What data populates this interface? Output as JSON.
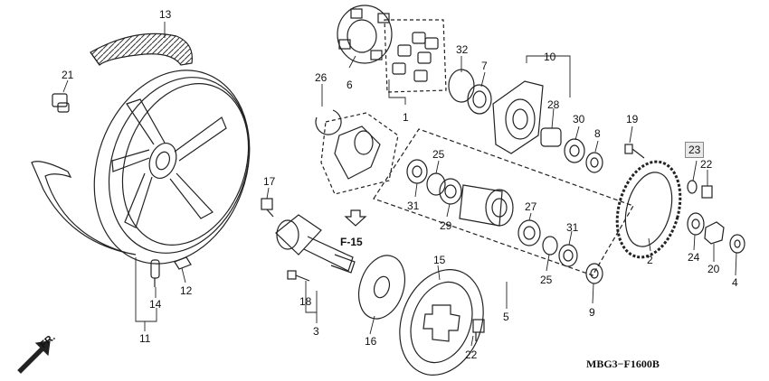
{
  "diagram": {
    "code": "MBG3−F1600B",
    "ref": "F-15",
    "direction": "FR."
  },
  "callouts": [
    {
      "id": "p1",
      "text": "1"
    },
    {
      "id": "p2",
      "text": "2"
    },
    {
      "id": "p3",
      "text": "3"
    },
    {
      "id": "p4",
      "text": "4"
    },
    {
      "id": "p5",
      "text": "5"
    },
    {
      "id": "p6",
      "text": "6"
    },
    {
      "id": "p7",
      "text": "7"
    },
    {
      "id": "p8",
      "text": "8"
    },
    {
      "id": "p9",
      "text": "9"
    },
    {
      "id": "p10",
      "text": "10"
    },
    {
      "id": "p11",
      "text": "11"
    },
    {
      "id": "p12",
      "text": "12"
    },
    {
      "id": "p13",
      "text": "13"
    },
    {
      "id": "p14",
      "text": "14"
    },
    {
      "id": "p15",
      "text": "15"
    },
    {
      "id": "p16",
      "text": "16"
    },
    {
      "id": "p17",
      "text": "17"
    },
    {
      "id": "p18",
      "text": "18"
    },
    {
      "id": "p19",
      "text": "19"
    },
    {
      "id": "p20",
      "text": "20"
    },
    {
      "id": "p21",
      "text": "21"
    },
    {
      "id": "p22a",
      "text": "22"
    },
    {
      "id": "p22b",
      "text": "22"
    },
    {
      "id": "p23",
      "text": "23"
    },
    {
      "id": "p24",
      "text": "24"
    },
    {
      "id": "p25a",
      "text": "25"
    },
    {
      "id": "p25b",
      "text": "25"
    },
    {
      "id": "p26",
      "text": "26"
    },
    {
      "id": "p27",
      "text": "27"
    },
    {
      "id": "p28",
      "text": "28"
    },
    {
      "id": "p29",
      "text": "29"
    },
    {
      "id": "p30",
      "text": "30"
    },
    {
      "id": "p31a",
      "text": "31"
    },
    {
      "id": "p31b",
      "text": "31"
    },
    {
      "id": "p32",
      "text": "32"
    }
  ]
}
